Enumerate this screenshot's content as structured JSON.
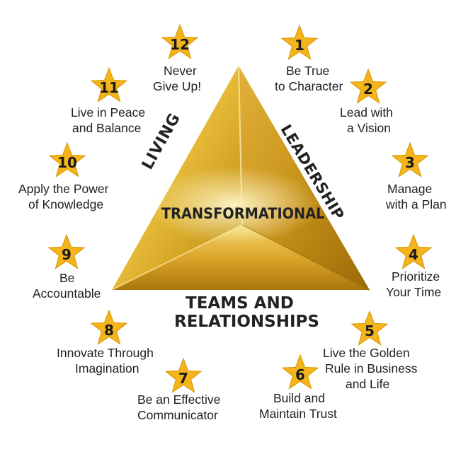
{
  "colors": {
    "gold_light": "#f7dc6f",
    "gold_mid": "#d9a520",
    "gold_dark": "#9c6f0c",
    "star_fill": "#f4b41a",
    "text": "#1f1f1f"
  },
  "triangle": {
    "left_side": "LIVING",
    "right_side": "LEADERSHIP",
    "center": "TRANSFORMATIONAL",
    "bottom_line1": "TEAMS AND",
    "bottom_line2": "RELATIONSHIPS"
  },
  "principles": [
    {
      "number": "1",
      "line1": "Be True",
      "line2": "to Character",
      "line3": ""
    },
    {
      "number": "2",
      "line1": "Lead with",
      "line2": "a Vision",
      "line3": ""
    },
    {
      "number": "3",
      "line1": "Manage",
      "line2": "with a Plan",
      "line3": ""
    },
    {
      "number": "4",
      "line1": "Prioritize",
      "line2": "Your Time",
      "line3": ""
    },
    {
      "number": "5",
      "line1": "Live the Golden",
      "line2": "Rule in Business",
      "line3": "and Life"
    },
    {
      "number": "6",
      "line1": "Build and",
      "line2": "Maintain Trust",
      "line3": ""
    },
    {
      "number": "7",
      "line1": "Be an Effective",
      "line2": "Communicator",
      "line3": ""
    },
    {
      "number": "8",
      "line1": "Innovate Through",
      "line2": "Imagination",
      "line3": ""
    },
    {
      "number": "9",
      "line1": "Be",
      "line2": "Accountable",
      "line3": ""
    },
    {
      "number": "10",
      "line1": "Apply the Power",
      "line2": "of Knowledge",
      "line3": ""
    },
    {
      "number": "11",
      "line1": "Live in Peace",
      "line2": "and Balance",
      "line3": ""
    },
    {
      "number": "12",
      "line1": "Never",
      "line2": "Give Up!",
      "line3": ""
    }
  ]
}
